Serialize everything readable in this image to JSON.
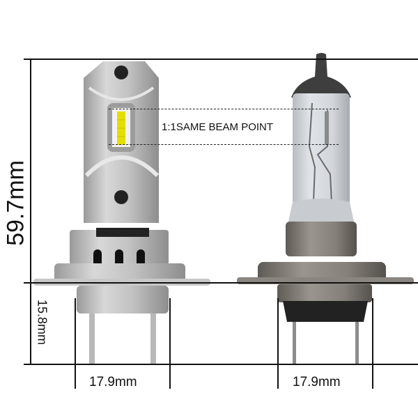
{
  "dimensions": {
    "total_height_label": "59.7mm",
    "base_height_label": "15.8mm",
    "led_width_label": "17.9mm",
    "halogen_width_label": "17.9mm"
  },
  "annotation": {
    "beam_point_label": "1:1SAME BEAM POINT"
  },
  "products": [
    {
      "name": "LED bulb",
      "type": "led-h7-bulb"
    },
    {
      "name": "Halogen bulb",
      "type": "halogen-h7-bulb"
    }
  ],
  "colors": {
    "line": "#111111",
    "led_chip": "#e3e000",
    "led_body": "#c4c4c4",
    "halogen_glass": "#d4d8dc",
    "halogen_base": "#7a7670"
  }
}
